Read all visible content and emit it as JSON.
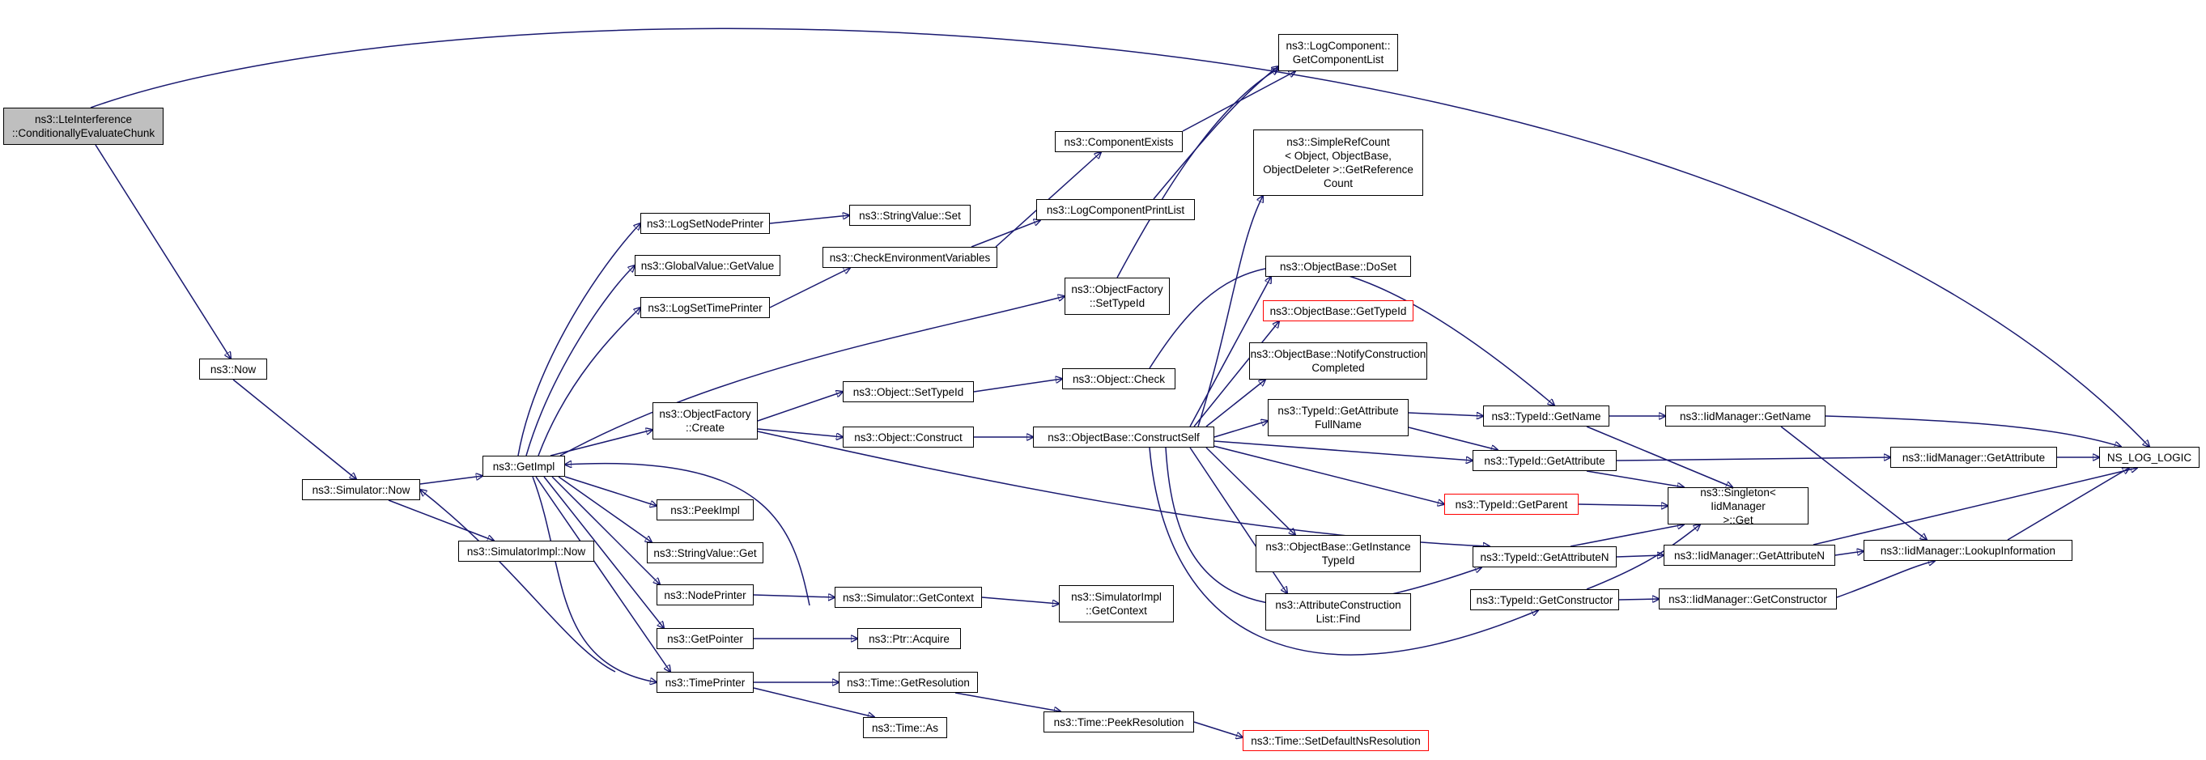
{
  "graph": {
    "edge_color": "#191970",
    "root_fill": "#bfbfbf",
    "truncated_border_color": "#ff0000",
    "nodes": {
      "root": {
        "label": "ns3::LteInterference\n::ConditionallyEvaluateChunk"
      },
      "now": {
        "label": "ns3::Now"
      },
      "sim_now": {
        "label": "ns3::Simulator::Now"
      },
      "simimpl_now": {
        "label": "ns3::SimulatorImpl::Now"
      },
      "getimpl": {
        "label": "ns3::GetImpl"
      },
      "logsetnode": {
        "label": "ns3::LogSetNodePrinter"
      },
      "gv_getvalue": {
        "label": "ns3::GlobalValue::GetValue"
      },
      "logsettime": {
        "label": "ns3::LogSetTimePrinter"
      },
      "of_create": {
        "label": "ns3::ObjectFactory\n::Create"
      },
      "peekimpl": {
        "label": "ns3::PeekImpl"
      },
      "sv_get": {
        "label": "ns3::StringValue::Get"
      },
      "nodeprinter": {
        "label": "ns3::NodePrinter"
      },
      "getpointer": {
        "label": "ns3::GetPointer"
      },
      "timeprinter": {
        "label": "ns3::TimePrinter"
      },
      "sv_set": {
        "label": "ns3::StringValue::Set"
      },
      "checkenv": {
        "label": "ns3::CheckEnvironmentVariables"
      },
      "obj_settypeid": {
        "label": "ns3::Object::SetTypeId"
      },
      "obj_construct": {
        "label": "ns3::Object::Construct"
      },
      "sim_getctx": {
        "label": "ns3::Simulator::GetContext"
      },
      "ptr_acquire": {
        "label": "ns3::Ptr::Acquire"
      },
      "time_getres": {
        "label": "ns3::Time::GetResolution"
      },
      "time_as": {
        "label": "ns3::Time::As"
      },
      "compexists": {
        "label": "ns3::ComponentExists"
      },
      "logcompprint": {
        "label": "ns3::LogComponentPrintList"
      },
      "of_settypeid": {
        "label": "ns3::ObjectFactory\n::SetTypeId"
      },
      "obj_check": {
        "label": "ns3::Object::Check"
      },
      "ob_constructself": {
        "label": "ns3::ObjectBase::ConstructSelf"
      },
      "simimpl_getctx": {
        "label": "ns3::SimulatorImpl\n::GetContext"
      },
      "time_peekres": {
        "label": "ns3::Time::PeekResolution"
      },
      "logcomp_getlist": {
        "label": "ns3::LogComponent::\nGetComponentList"
      },
      "simplerefcount": {
        "label": "ns3::SimpleRefCount\n< Object, ObjectBase,\nObjectDeleter >::GetReference\nCount"
      },
      "ob_doset": {
        "label": "ns3::ObjectBase::DoSet"
      },
      "ob_gettypeid": {
        "label": "ns3::ObjectBase::GetTypeId"
      },
      "ob_notify": {
        "label": "ns3::ObjectBase::NotifyConstruction\nCompleted"
      },
      "ob_getinstance": {
        "label": "ns3::ObjectBase::GetInstance\nTypeId"
      },
      "attr_find": {
        "label": "ns3::AttributeConstruction\nList::Find"
      },
      "time_setdefault": {
        "label": "ns3::Time::SetDefaultNsResolution"
      },
      "tid_getattrfull": {
        "label": "ns3::TypeId::GetAttribute\nFullName"
      },
      "tid_getname": {
        "label": "ns3::TypeId::GetName"
      },
      "tid_getattr": {
        "label": "ns3::TypeId::GetAttribute"
      },
      "tid_getparent": {
        "label": "ns3::TypeId::GetParent"
      },
      "tid_getattrn": {
        "label": "ns3::TypeId::GetAttributeN"
      },
      "tid_getctor": {
        "label": "ns3::TypeId::GetConstructor"
      },
      "singleton": {
        "label": "ns3::Singleton< IidManager\n>::Get"
      },
      "iid_getname": {
        "label": "ns3::IidManager::GetName"
      },
      "iid_getattr": {
        "label": "ns3::IidManager::GetAttribute"
      },
      "iid_getattrn": {
        "label": "ns3::IidManager::GetAttributeN"
      },
      "iid_getctor": {
        "label": "ns3::IidManager::GetConstructor"
      },
      "iid_lookup": {
        "label": "ns3::IidManager::LookupInformation"
      },
      "ns_log_logic": {
        "label": "NS_LOG_LOGIC"
      }
    }
  }
}
